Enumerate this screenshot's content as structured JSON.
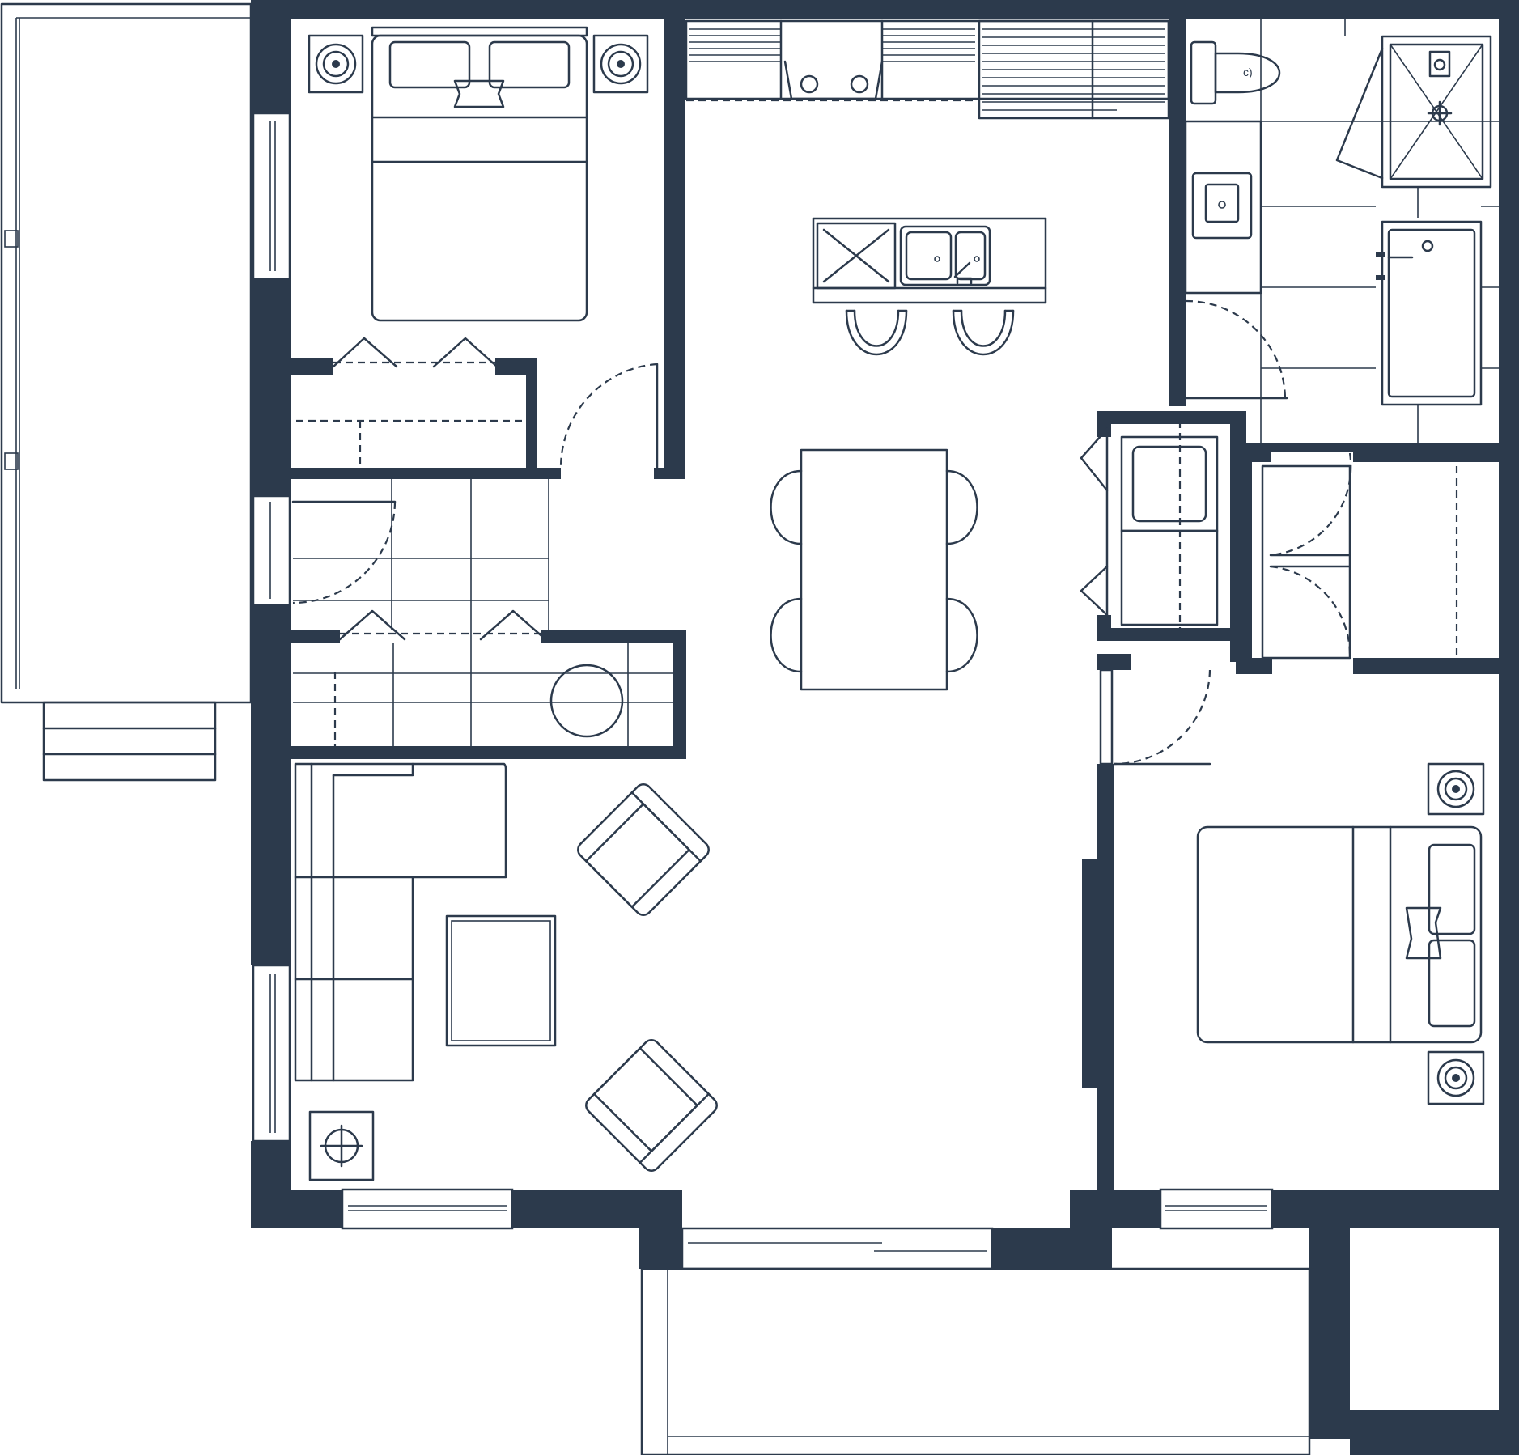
{
  "plan": {
    "style": {
      "wall_color": "#2c3a4c",
      "line_color": "#2c3a4c",
      "background": "#ffffff"
    },
    "rooms": [
      {
        "id": "bedroom-1",
        "label": ""
      },
      {
        "id": "bedroom-2",
        "label": ""
      },
      {
        "id": "kitchen",
        "label": ""
      },
      {
        "id": "dining",
        "label": ""
      },
      {
        "id": "living",
        "label": ""
      },
      {
        "id": "bathroom",
        "label": ""
      },
      {
        "id": "entry",
        "label": ""
      },
      {
        "id": "laundry",
        "label": ""
      },
      {
        "id": "balcony",
        "label": ""
      },
      {
        "id": "terrace",
        "label": ""
      }
    ],
    "furniture_icons": [
      "double-bed-icon",
      "nightstand-lamp-icon",
      "closet-bifold-door-icon",
      "kitchen-counter-icon",
      "kitchen-island-icon",
      "double-sink-icon",
      "cooktop-icon",
      "bar-stool-icon",
      "dining-table-icon",
      "dining-chair-icon",
      "sectional-sofa-icon",
      "armchair-icon",
      "coffee-table-icon",
      "side-table-icon",
      "toilet-icon",
      "vanity-sink-icon",
      "corner-shower-icon",
      "bathtub-icon",
      "washer-icon",
      "dryer-icon",
      "water-heater-icon",
      "door-swing-icon",
      "window-icon"
    ]
  }
}
